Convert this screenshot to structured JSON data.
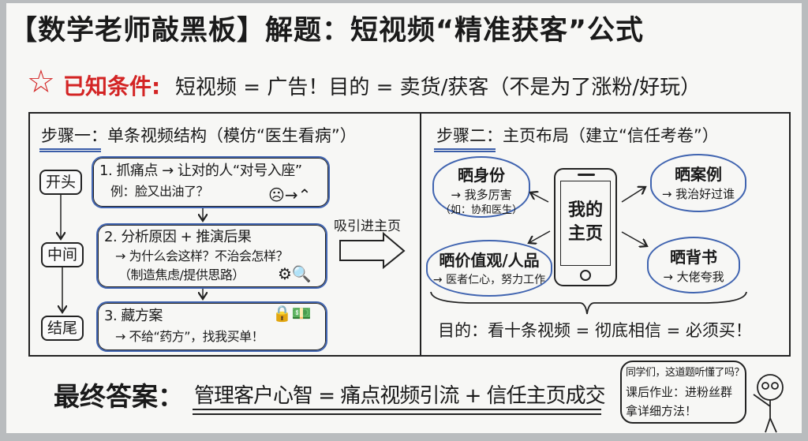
{
  "title": "【数学老师敲黑板】解题：短视频“精准获客”公式",
  "conditions": {
    "star_icon": "star-icon",
    "label": "已知条件:",
    "text": "短视频 = 广告！目的 = 卖货/获客（不是为了涨粉/好玩）"
  },
  "step1": {
    "heading": "步骤一：单条视频结构（模仿“医生看病”）",
    "stages": [
      "开头",
      "中间",
      "结尾"
    ],
    "boxes": [
      {
        "line1": "1. 抓痛点 → 让对的人“对号入座”",
        "line2": "例：脸又出油了？"
      },
      {
        "line1": "2. 分析原因 + 推演后果",
        "line2": "→ 为什么会这样？不治会怎样？",
        "line3": "（制造焦虑/提供思路）"
      },
      {
        "line1": "3. 藏方案",
        "line2": "→ 不给“药方”，找我买单！"
      }
    ],
    "arrow_label": "吸引进主页"
  },
  "step2": {
    "heading": "步骤二：主页布局（建立“信任考卷”）",
    "phone_label": "我的主页",
    "clouds": [
      {
        "title": "晒身份",
        "line1": "→ 我多厉害",
        "line2": "（如：协和医生）"
      },
      {
        "title": "晒案例",
        "line1": "→ 我治好过谁"
      },
      {
        "title": "晒价值观/人品",
        "line1": "→ 医者仁心，努力工作"
      },
      {
        "title": "晒背书",
        "line1": "→ 大佬夸我"
      }
    ],
    "goal": "目的：看十条视频 = 彻底相信 = 必须买！"
  },
  "final": {
    "label": "最终答案：",
    "text": "管理客户心智 = 痛点视频引流 + 信任主页成交"
  },
  "bubble": {
    "line1": "同学们，这道题听懂了吗？",
    "line2": "课后作业：进粉丝群",
    "line3": "拿详细方法！"
  },
  "colors": {
    "accent_red": "#d32424",
    "accent_blue": "#4064b0"
  }
}
